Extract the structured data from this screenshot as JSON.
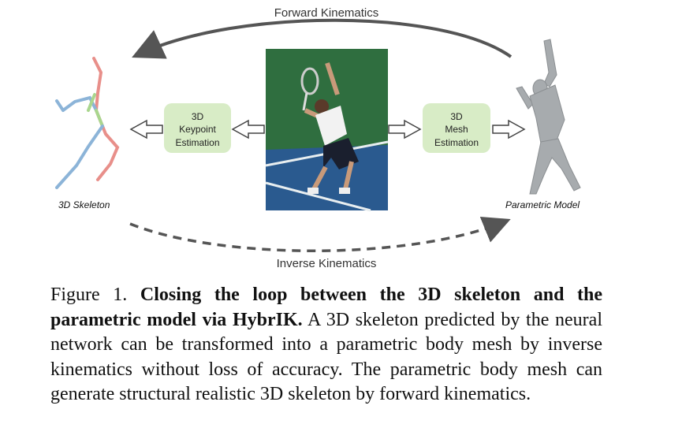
{
  "figure": {
    "top_arrow_label": "Forward Kinematics",
    "bottom_arrow_label": "Inverse Kinematics",
    "left_label": "3D Skeleton",
    "right_label": "Parametric Model",
    "box_left": [
      "3D",
      "Keypoint",
      "Estimation"
    ],
    "box_right": [
      "3D",
      "Mesh",
      "Estimation"
    ],
    "colors": {
      "box_fill": "#d8ecc6",
      "court_green": "#2f6e3f",
      "court_blue": "#2a5a8f",
      "mesh_gray": "#a7abae",
      "skeleton_blue": "#8cb4d8",
      "skeleton_red": "#e88f8a",
      "skeleton_green": "#a9d68e",
      "arrow_gray": "#555555"
    }
  },
  "caption": {
    "prefix": "Figure 1.",
    "bold": "Closing the loop between the 3D skeleton and the parametric model via HybrIK.",
    "body": "A 3D skeleton predicted by the neural network can be transformed into a parametric body mesh by inverse kinematics without loss of accuracy.  The parametric body mesh can generate structural realistic 3D skeleton by forward kinematics."
  }
}
